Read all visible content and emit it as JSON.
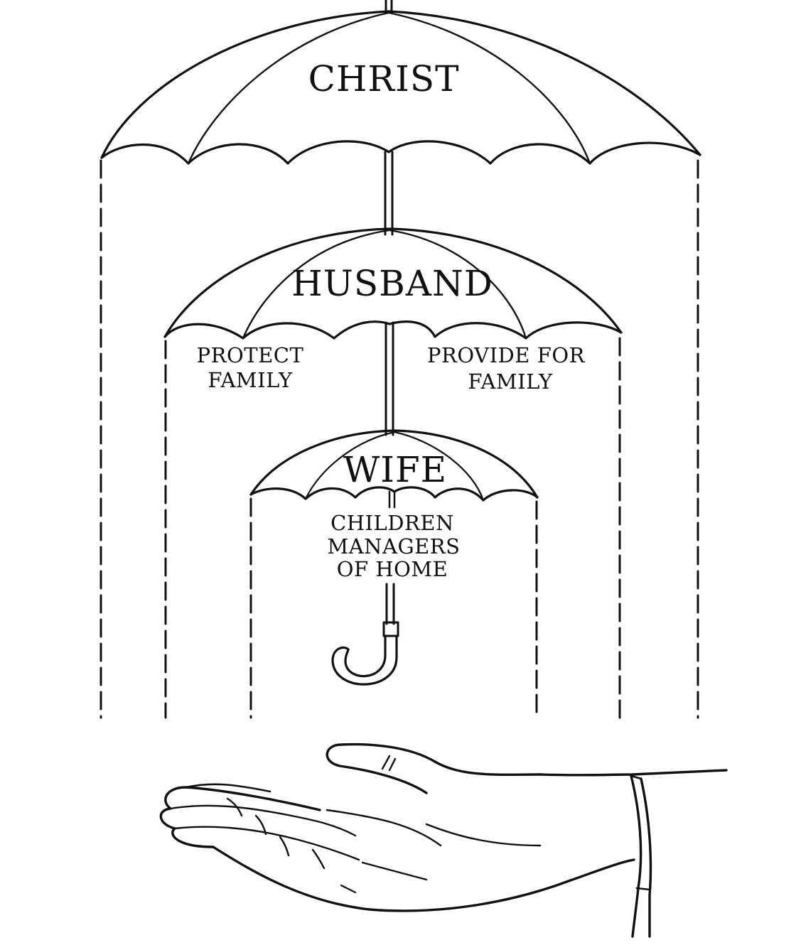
{
  "diagram": {
    "umbrella_outer": {
      "title": "CHRIST"
    },
    "umbrella_middle": {
      "title": "HUSBAND",
      "left_note": [
        "PROTECT",
        "FAMILY"
      ],
      "right_note": [
        "PROVIDE FOR",
        "FAMILY"
      ]
    },
    "umbrella_inner": {
      "title": "WIFE",
      "note": [
        "CHILDREN",
        "MANAGERS",
        "OF HOME"
      ]
    },
    "colors": {
      "ink": "#111111",
      "paper": "#ffffff"
    },
    "icons": [
      "umbrella-icon",
      "open-hand-icon"
    ]
  }
}
